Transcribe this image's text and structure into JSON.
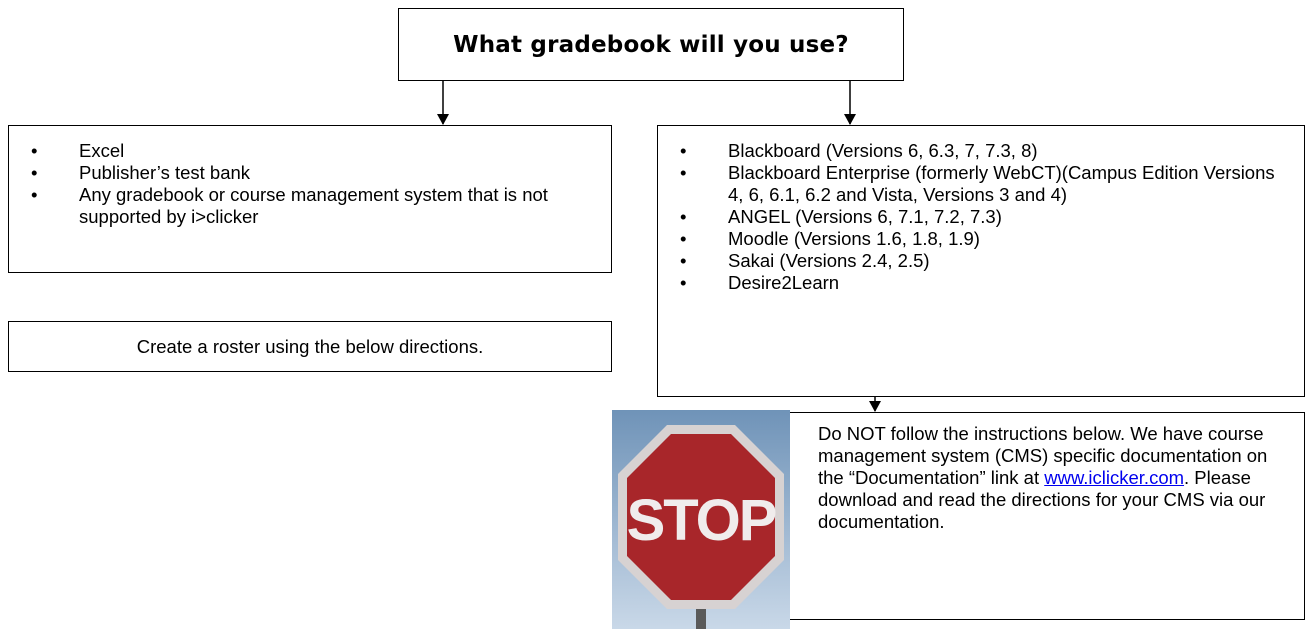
{
  "title": "What gradebook will you use?",
  "left_items": [
    "Excel",
    "Publisher’s test bank",
    "Any gradebook or course management system that is not supported by i>clicker"
  ],
  "roster_text": "Create a roster using the below directions.",
  "right_items": [
    "Blackboard (Versions 6, 6.3, 7, 7.3, 8)",
    "Blackboard Enterprise (formerly WebCT)(Campus Edition Versions 4, 6, 6.1, 6.2 and Vista, Versions 3 and 4)",
    "ANGEL (Versions 6, 7.1, 7.2, 7.3)",
    "Moodle (Versions 1.6, 1.8, 1.9)",
    "Sakai (Versions 2.4, 2.5)",
    "Desire2Learn"
  ],
  "bullet_char": "•",
  "stop_image_label": "STOP",
  "stop_message": {
    "before_link": "Do NOT follow the instructions below. We have course management system (CMS) specific documentation on the “Documentation” link at ",
    "link_text": "www.iclicker.com",
    "after_link": ". Please download and read the directions for your CMS via our documentation."
  },
  "colors": {
    "link": "#0000ee",
    "stop_sign": "#a8262a",
    "sky_top": "#6f93b8",
    "sky_bottom": "#c9d8e8"
  }
}
